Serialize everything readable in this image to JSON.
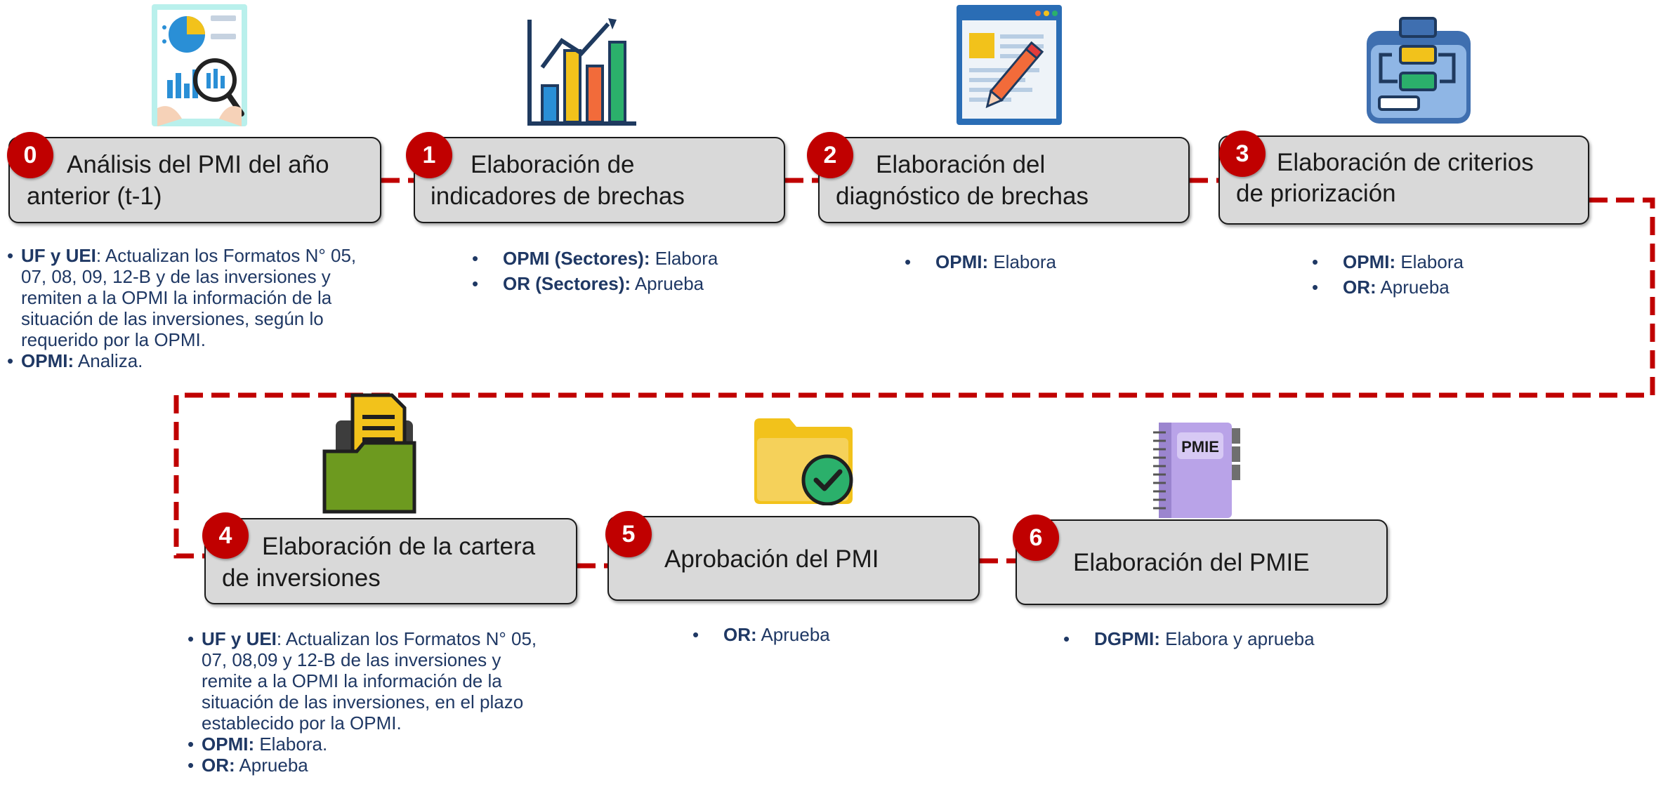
{
  "colors": {
    "accent_red": "#c00000",
    "box_fill": "#d9d9d9",
    "text_navy": "#1f3864"
  },
  "steps": [
    {
      "number": "0",
      "title_lines": [
        "Análisis del PMI del año",
        "anterior (t-1)"
      ],
      "icon": "report-analysis-icon",
      "desc": [
        {
          "lines": [
            [
              {
                "b": "UF y UEI"
              },
              {
                "t": ": Actualizan los Formatos N° 05,"
              }
            ],
            [
              {
                "t": "07, 08, 09, 12-B y de las inversiones y"
              }
            ],
            [
              {
                "t": "remiten a la OPMI la información de la"
              }
            ],
            [
              {
                "t": "situación de las inversiones, según lo"
              }
            ],
            [
              {
                "t": "requerido por la OPMI."
              }
            ]
          ]
        },
        {
          "lines": [
            [
              {
                "b": "OPMI:"
              },
              {
                "t": " Analiza."
              }
            ]
          ]
        }
      ]
    },
    {
      "number": "1",
      "title_lines": [
        "Elaboración de",
        "indicadores de brechas"
      ],
      "icon": "bar-chart-growth-icon",
      "desc": [
        {
          "lines": [
            [
              {
                "b": "OPMI (Sectores):"
              },
              {
                "t": " Elabora"
              }
            ]
          ]
        },
        {
          "lines": [
            [
              {
                "b": "OR (Sectores):"
              },
              {
                "t": " Aprueba"
              }
            ]
          ]
        }
      ]
    },
    {
      "number": "2",
      "title_lines": [
        "Elaboración del",
        "diagnóstico de brechas"
      ],
      "icon": "document-pencil-icon",
      "desc": [
        {
          "lines": [
            [
              {
                "b": "OPMI:"
              },
              {
                "t": " Elabora"
              }
            ]
          ]
        }
      ]
    },
    {
      "number": "3",
      "title_lines": [
        "Elaboración de criterios",
        "de priorización"
      ],
      "icon": "flowchart-icon",
      "desc": [
        {
          "lines": [
            [
              {
                "b": "OPMI:"
              },
              {
                "t": " Elabora"
              }
            ]
          ]
        },
        {
          "lines": [
            [
              {
                "b": "OR:"
              },
              {
                "t": " Aprueba"
              }
            ]
          ]
        }
      ]
    },
    {
      "number": "4",
      "title_lines": [
        "Elaboración de la cartera",
        "de inversiones"
      ],
      "icon": "folder-documents-icon",
      "desc": [
        {
          "lines": [
            [
              {
                "b": "UF y UEI"
              },
              {
                "t": ": Actualizan los Formatos N° 05,"
              }
            ],
            [
              {
                "t": "07, 08,09 y 12-B de las inversiones y"
              }
            ],
            [
              {
                "t": "remite a la OPMI la información de la"
              }
            ],
            [
              {
                "t": "situación de las inversiones, en el plazo"
              }
            ],
            [
              {
                "t": "establecido por la OPMI."
              }
            ]
          ]
        },
        {
          "lines": [
            [
              {
                "b": "OPMI:"
              },
              {
                "t": " Elabora."
              }
            ]
          ]
        },
        {
          "lines": [
            [
              {
                "b": "OR:"
              },
              {
                "t": " Aprueba"
              }
            ]
          ]
        }
      ]
    },
    {
      "number": "5",
      "title_lines": [
        "Aprobación del PMI"
      ],
      "icon": "folder-check-icon",
      "desc": [
        {
          "lines": [
            [
              {
                "b": "OR:"
              },
              {
                "t": " Aprueba"
              }
            ]
          ]
        }
      ]
    },
    {
      "number": "6",
      "title_lines": [
        "Elaboración del PMIE"
      ],
      "icon": "pmie-notebook-icon",
      "icon_label": "PMIE",
      "desc": [
        {
          "lines": [
            [
              {
                "b": "DGPMI:"
              },
              {
                "t": " Elabora y aprueba"
              }
            ]
          ]
        }
      ]
    }
  ]
}
